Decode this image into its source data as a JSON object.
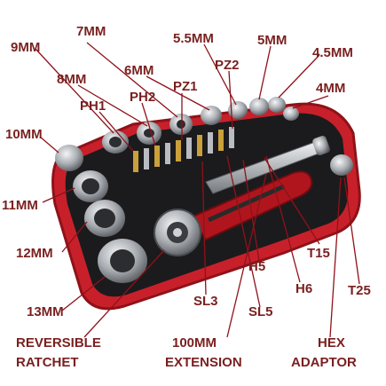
{
  "labels": {
    "mm9": "9MM",
    "mm7": "7MM",
    "mm55": "5.5MM",
    "mm5": "5MM",
    "mm45": "4.5MM",
    "mm8": "8MM",
    "mm6": "6MM",
    "pz2": "PZ2",
    "mm4": "4MM",
    "ph1": "PH1",
    "ph2": "PH2",
    "pz1": "PZ1",
    "mm10": "10MM",
    "mm11": "11MM",
    "mm12": "12MM",
    "mm13": "13MM",
    "t15": "T15",
    "h5": "H5",
    "h6": "H6",
    "t25": "T25",
    "sl3": "SL3",
    "sl5": "SL5",
    "reversible": "REVERSIBLE",
    "ratchet": "RATCHET",
    "extension_len": "100MM",
    "extension": "EXTENSION",
    "hex": "HEX",
    "adaptor": "ADAPTOR"
  },
  "colors": {
    "case": "#c8202a",
    "case_dark": "#8e1219",
    "tray": "#1b1b1d",
    "chrome": "#c9ccd0",
    "label": "#7a1f1f"
  }
}
